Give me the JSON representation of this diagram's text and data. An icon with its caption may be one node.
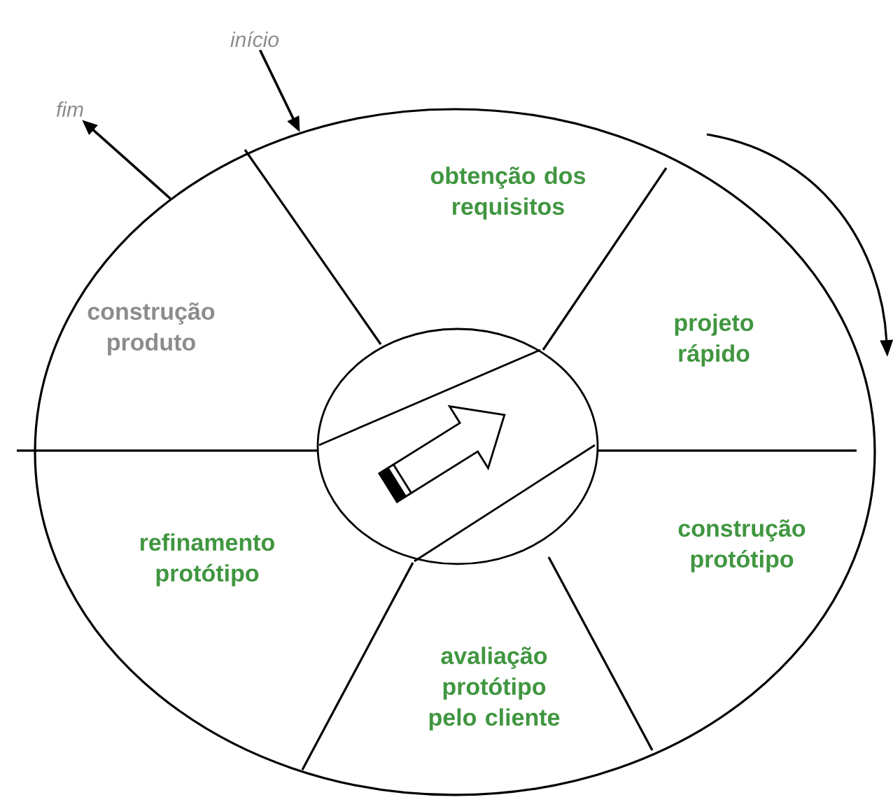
{
  "diagram": {
    "nodes": [
      {
        "text": [],
        "shape": "ellipse"
      },
      {
        "text": [
          "obtenção dos requisitos"
        ],
        "in": 0
      },
      {
        "text": [
          "projeto rápido"
        ],
        "in": 0
      },
      {
        "text": [
          "construção protótipo"
        ],
        "in": 0
      },
      {
        "text": [
          "avaliação protótipo pelo cliente"
        ],
        "in": 0
      },
      {
        "text": [
          "refinamento protótipo"
        ],
        "in": 0
      },
      {
        "text": [
          "construção produto"
        ],
        "in": 0
      },
      {
        "text": [
          "início"
        ]
      },
      {
        "text": [
          "fim"
        ]
      }
    ],
    "edges": [
      {
        "from": 7,
        "to": 0,
        "arrow": "to"
      },
      {
        "from": 0,
        "to": 8,
        "arrow": "to"
      }
    ]
  }
}
